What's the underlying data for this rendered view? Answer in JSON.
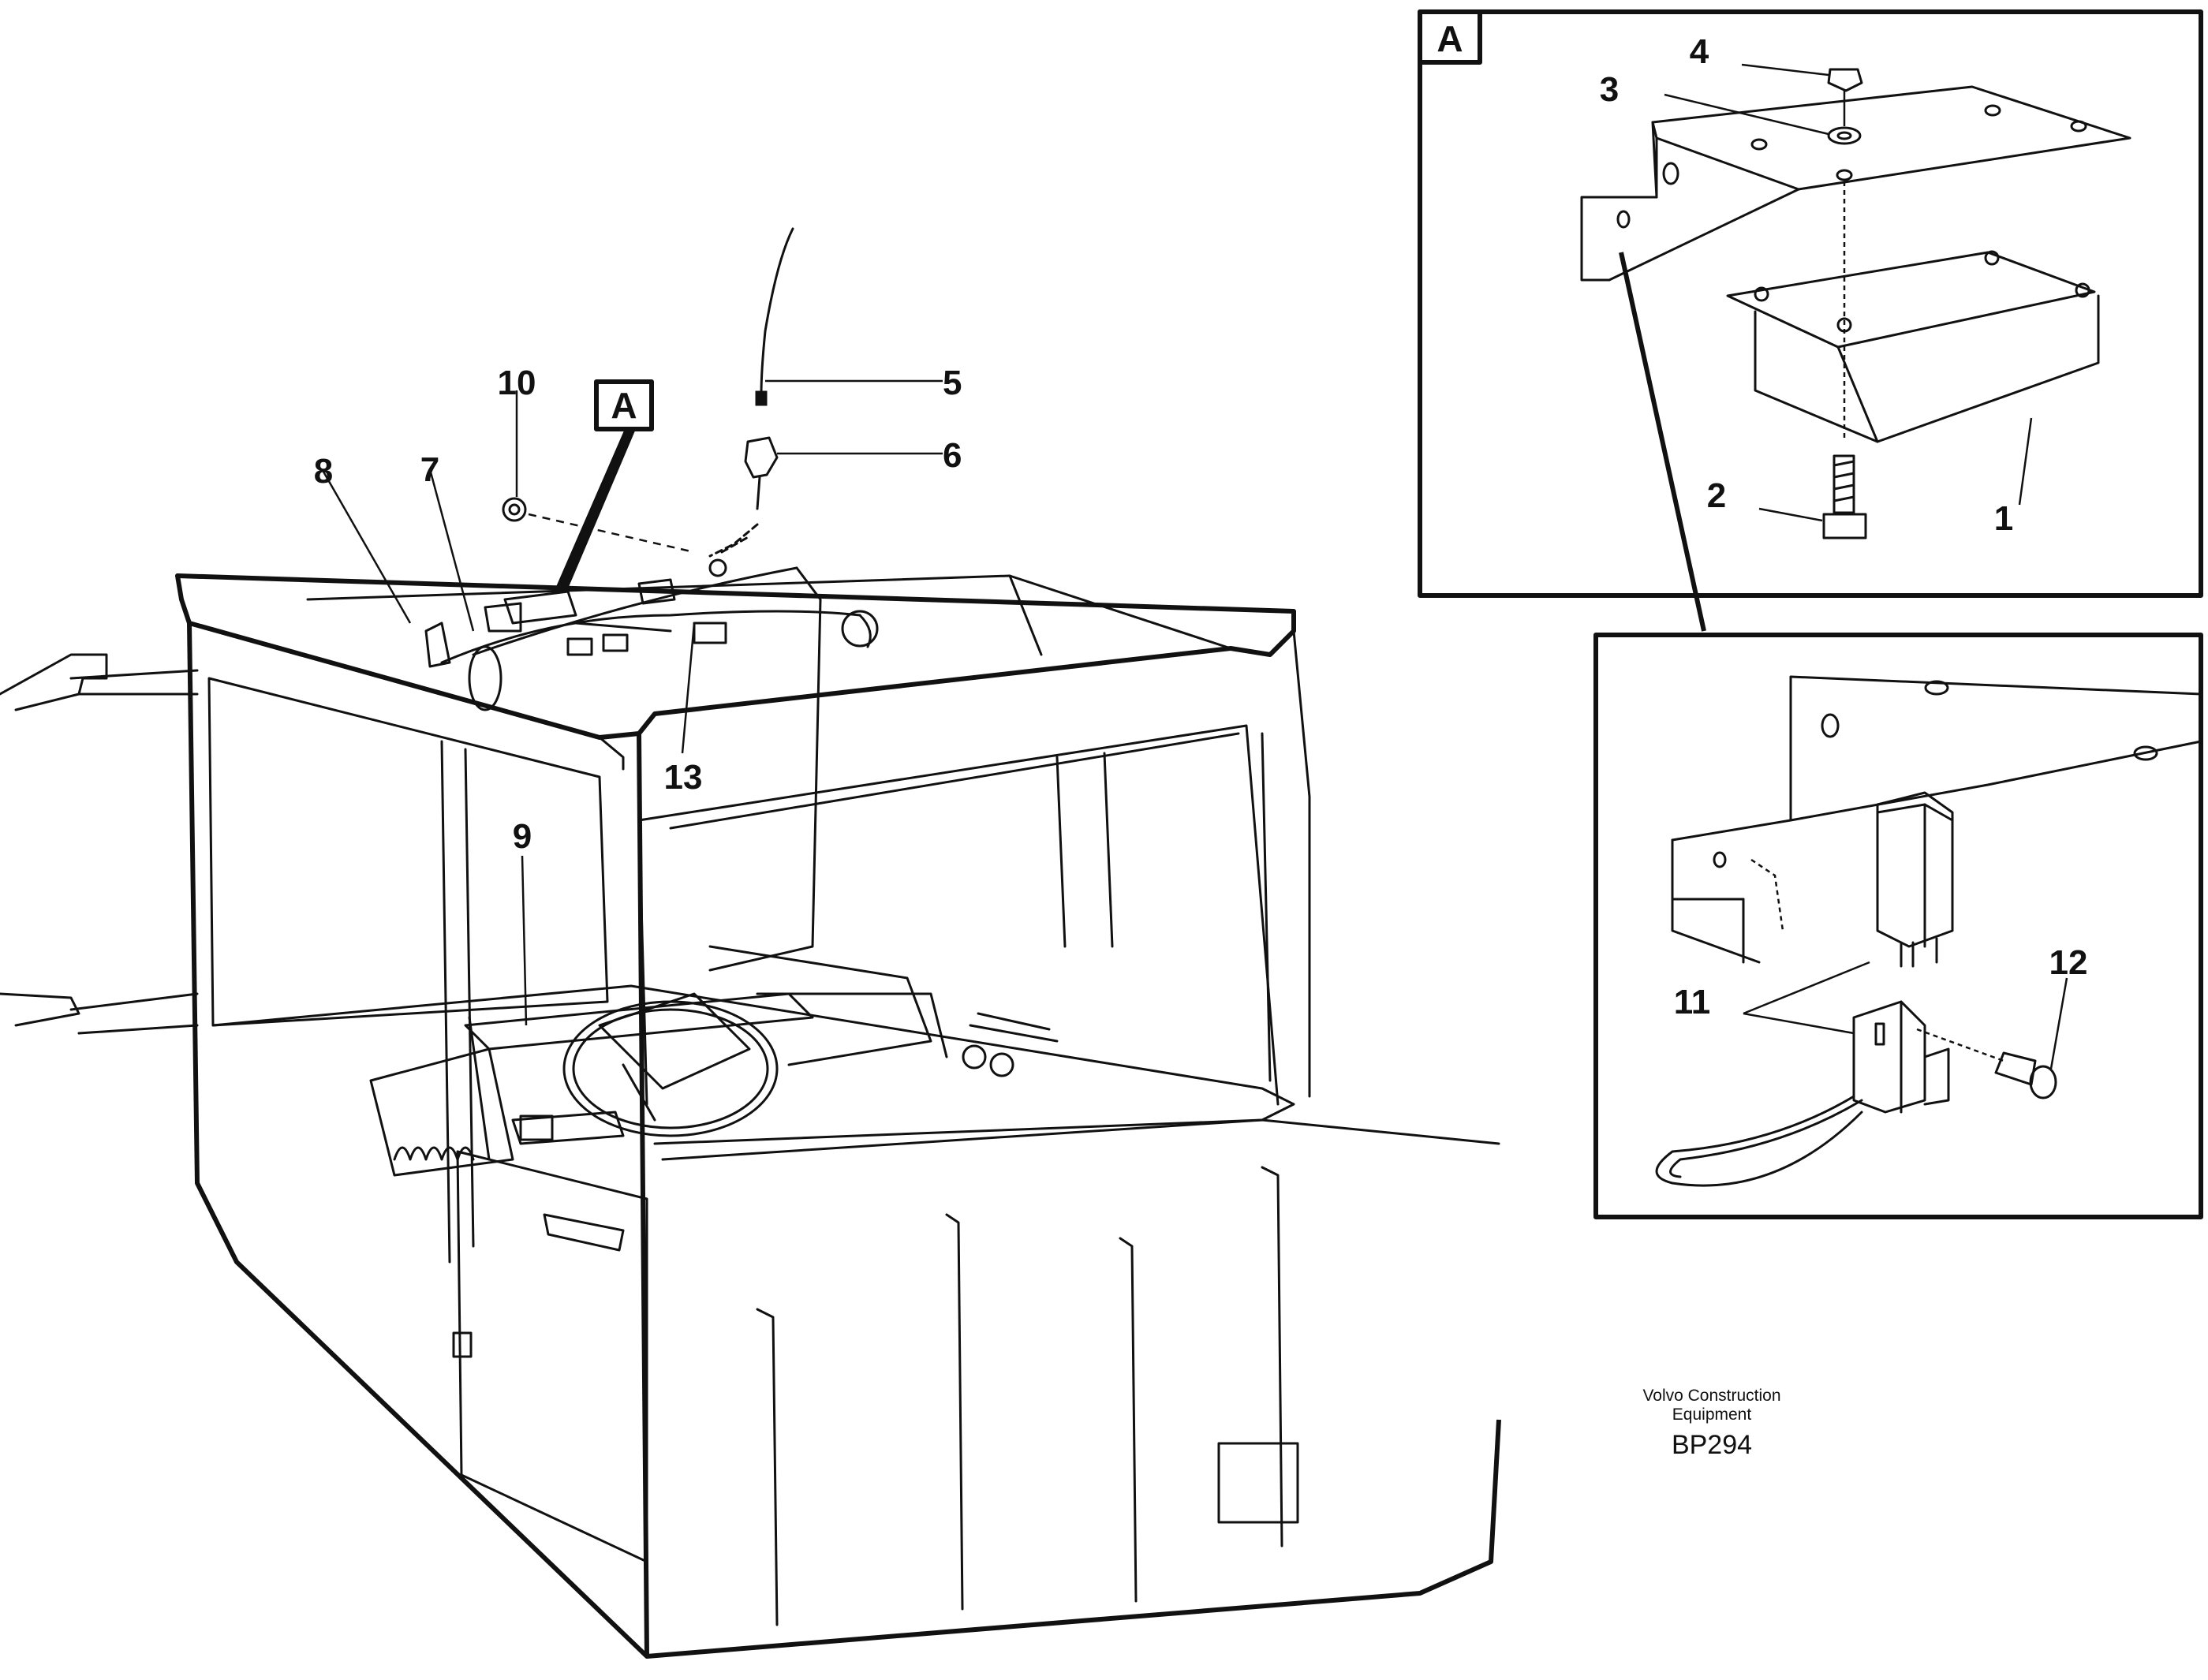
{
  "callouts": {
    "c1": "1",
    "c2": "2",
    "c3": "3",
    "c4": "4",
    "c5": "5",
    "c6": "6",
    "c7": "7",
    "c8": "8",
    "c9": "9",
    "c10": "10",
    "c11": "11",
    "c12": "12",
    "c13": "13"
  },
  "view_label_main": "A",
  "view_label_detail": "A",
  "credit_line1": "Volvo Construction",
  "credit_line2": "Equipment",
  "drawing_code": "BP294"
}
